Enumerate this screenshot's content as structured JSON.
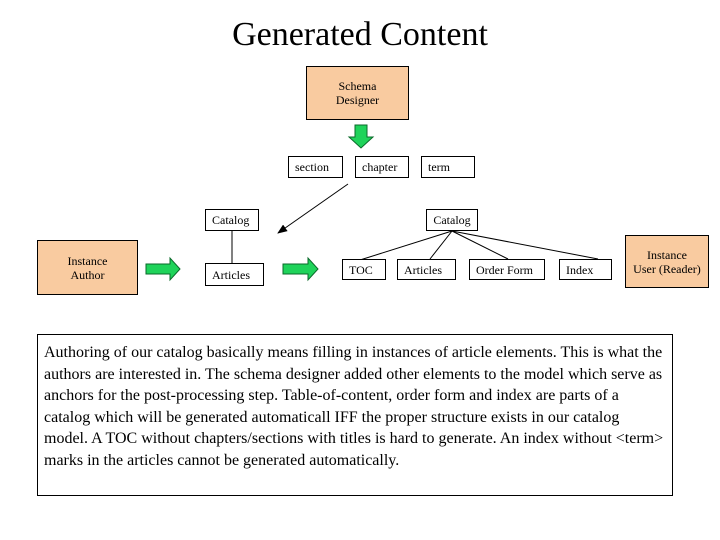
{
  "title": "Generated Content",
  "nodes": {
    "schema_designer": [
      "Schema",
      "Designer"
    ],
    "section": "section",
    "chapter": "chapter",
    "term": "term",
    "catalog_left": "Catalog",
    "articles_left": "Articles",
    "instance_author": [
      "Instance",
      "Author"
    ],
    "catalog_right": "Catalog",
    "toc": "TOC",
    "articles_right": "Articles",
    "order_form": "Order Form",
    "index": "Index",
    "instance_reader": [
      "Instance",
      "User (Reader)"
    ]
  },
  "description": "Authoring of our catalog basically means filling in instances of article elements. This is what the authors are interested in. The schema designer added other elements to the model which serve as anchors for the post-processing step. Table-of-content, order form and index are parts of a catalog which will be generated automaticall IFF the proper structure exists in our catalog model. A TOC without chapters/sections with titles is hard to generate. An index without <term> marks in the articles cannot be generated automatically.",
  "colors": {
    "peach_fill": "#f9cba0",
    "arrow_green": "#1fd35a",
    "arrow_outline": "#0a6a2a"
  }
}
